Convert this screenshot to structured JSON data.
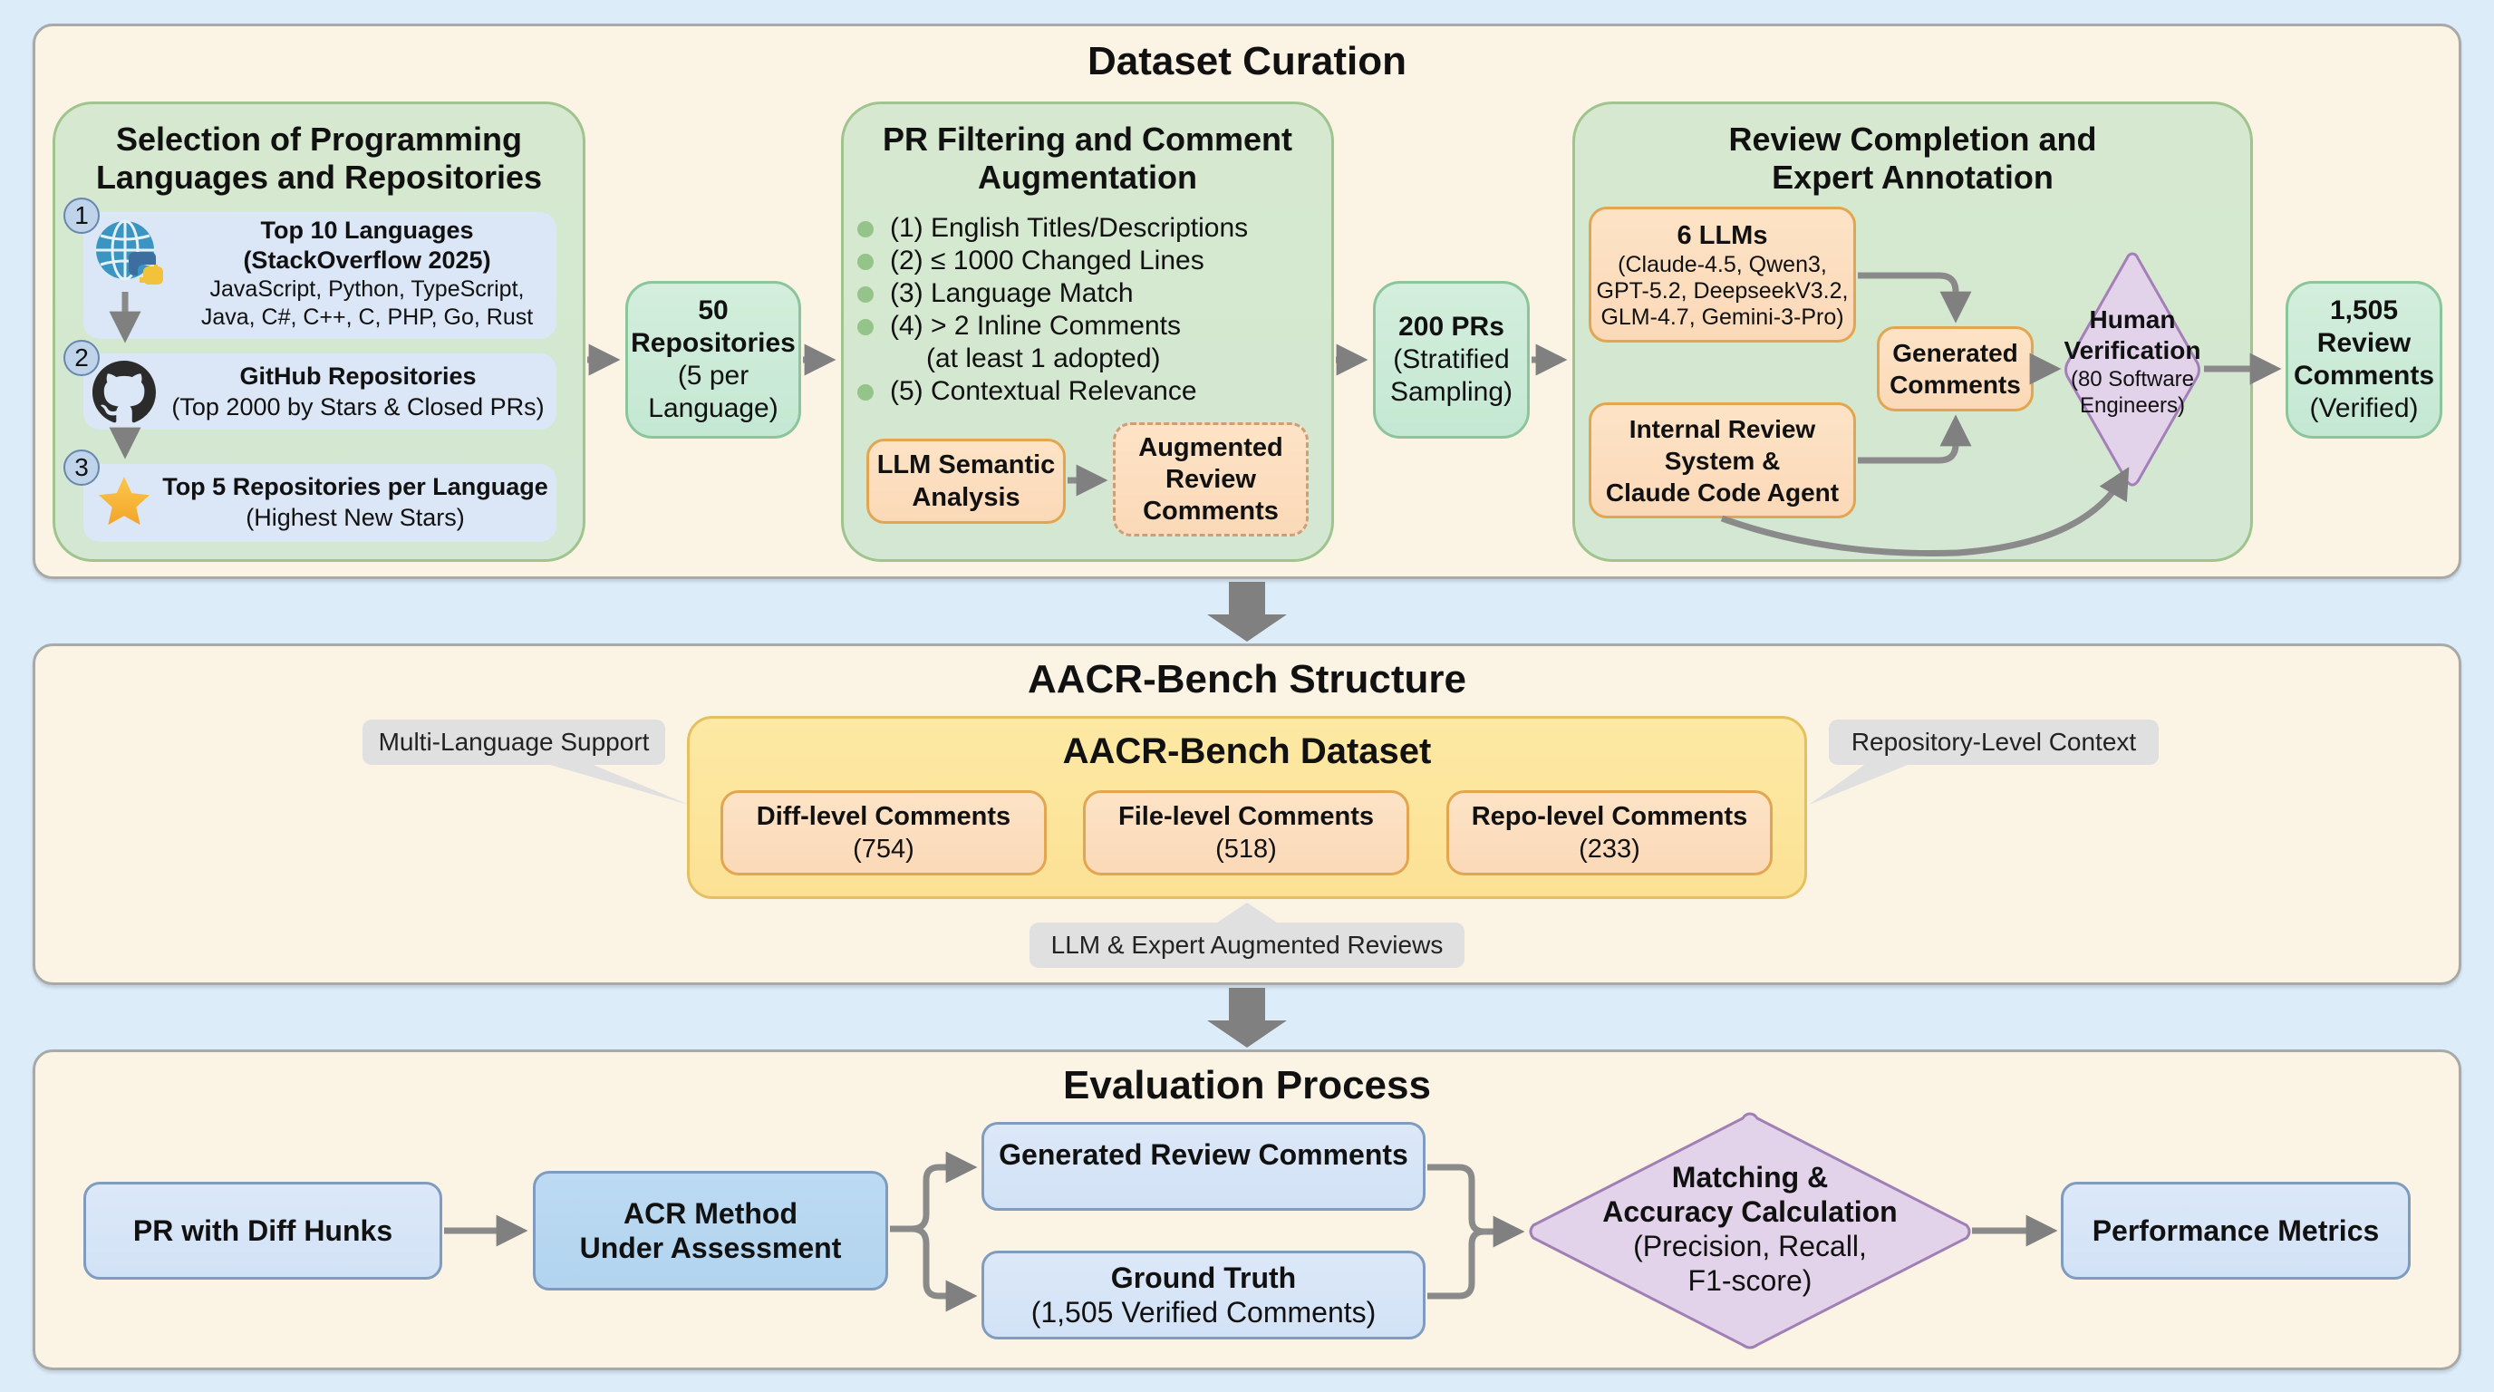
{
  "dataset_curation": {
    "title": "Dataset Curation",
    "selection": {
      "title_line1": "Selection of Programming",
      "title_line2": "Languages and Repositories",
      "steps": [
        {
          "number": "1",
          "icon": "globe-python-icon",
          "title_line1": "Top 10 Languages",
          "title_line2": "(StackOverflow 2025)",
          "detail_line1": "JavaScript, Python, TypeScript,",
          "detail_line2": "Java, C#, C++, C, PHP, Go, Rust"
        },
        {
          "number": "2",
          "icon": "github-icon",
          "title": "GitHub Repositories",
          "detail": "(Top 2000 by Stars & Closed PRs)"
        },
        {
          "number": "3",
          "icon": "star-icon",
          "title": "Top 5 Repositories per Language",
          "detail": "(Highest New Stars)"
        }
      ]
    },
    "repos_box": {
      "line1": "50",
      "line2": "Repositories",
      "line3": "(5 per",
      "line4": "Language)"
    },
    "filtering": {
      "title_line1": "PR Filtering and Comment",
      "title_line2": "Augmentation",
      "criteria": [
        "(1) English Titles/Descriptions",
        "(2) ≤ 1000 Changed Lines",
        "(3) Language Match",
        "(4) > 2 Inline Comments",
        "(5) Contextual Relevance"
      ],
      "criteria_4_sub": "(at least 1 adopted)",
      "llm_box": {
        "line1": "LLM Semantic",
        "line2": "Analysis"
      },
      "augmented_box": {
        "line1": "Augmented",
        "line2": "Review",
        "line3": "Comments"
      }
    },
    "prs_box": {
      "line1": "200 PRs",
      "line2": "(Stratified",
      "line3": "Sampling)"
    },
    "review": {
      "title_line1": "Review Completion and",
      "title_line2": "Expert Annotation",
      "llms_box": {
        "title": "6 LLMs",
        "line1": "(Claude-4.5, Qwen3,",
        "line2": "GPT-5.2, DeepseekV3.2,",
        "line3": "GLM-4.7, Gemini-3-Pro)"
      },
      "internal_box": {
        "line1": "Internal Review",
        "line2": "System &",
        "line3": "Claude Code Agent"
      },
      "generated_box": {
        "line1": "Generated",
        "line2": "Comments"
      },
      "human_diamond": {
        "line1": "Human",
        "line2": "Verification",
        "line3": "(80 Software",
        "line4": "Engineers)"
      }
    },
    "verified_box": {
      "line1": "1,505",
      "line2": "Review",
      "line3": "Comments",
      "line4": "(Verified)"
    }
  },
  "structure": {
    "title": "AACR-Bench Structure",
    "dataset_title": "AACR-Bench Dataset",
    "levels": [
      {
        "label": "Diff-level Comments",
        "count": "(754)"
      },
      {
        "label": "File-level Comments",
        "count": "(518)"
      },
      {
        "label": "Repo-level Comments",
        "count": "(233)"
      }
    ],
    "callouts": {
      "left": "Multi-Language Support",
      "right": "Repository-Level Context",
      "bottom": "LLM & Expert Augmented Reviews"
    }
  },
  "evaluation": {
    "title": "Evaluation Process",
    "pr_box": "PR with Diff Hunks",
    "acr_box": {
      "line1": "ACR Method",
      "line2": "Under Assessment"
    },
    "generated_box": "Generated Review Comments",
    "ground_truth": {
      "line1": "Ground Truth",
      "line2": "(1,505 Verified Comments)"
    },
    "matching_diamond": {
      "line1": "Matching &",
      "line2": "Accuracy Calculation",
      "line3": "(Precision, Recall,",
      "line4": "F1-score)"
    },
    "metrics_box": "Performance Metrics"
  },
  "colors": {
    "background": "#dcecf9",
    "panel": "#fbf4e4",
    "green_panel": "#d5e8d0",
    "teal_box": "#c9ead6",
    "orange_box": "#fcdcbd",
    "yellow_dataset": "#fde9a0",
    "purple_diamond": "#e3d3ea",
    "blue_box": "#d6e4f6",
    "acr_box": "#b9daf1",
    "arrow": "#808080"
  }
}
